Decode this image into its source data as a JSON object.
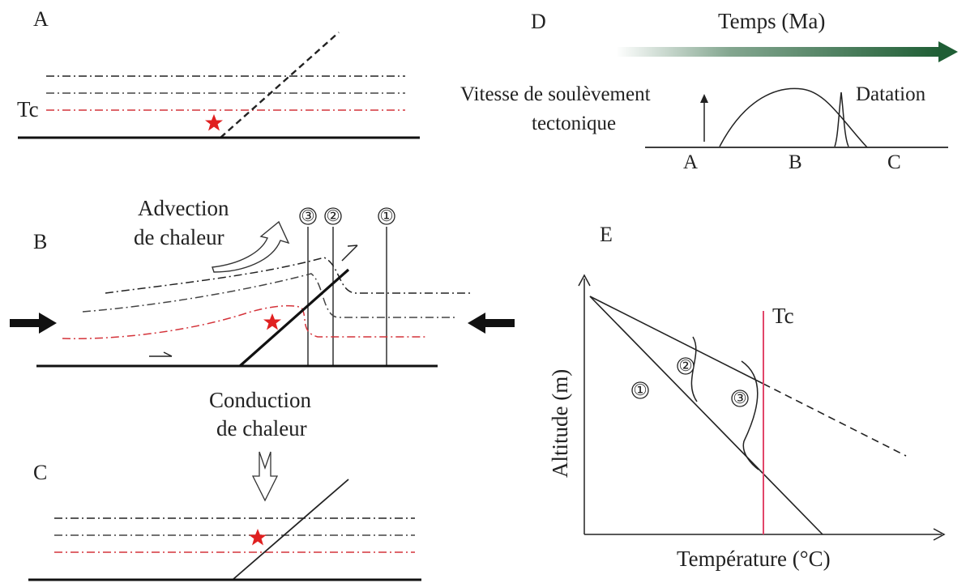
{
  "panels": {
    "A": {
      "letter": "A",
      "tc_label": "Tc"
    },
    "B": {
      "letter": "B",
      "advection_line1": "Advection",
      "advection_line2": "de chaleur",
      "markers": [
        "③",
        "②",
        "①"
      ]
    },
    "C": {
      "letter": "C",
      "conduction_line1": "Conduction",
      "conduction_line2": "de chaleur"
    },
    "D": {
      "letter": "D",
      "time_axis": "Temps (Ma)",
      "ylabel_line1": "Vitesse de soulèvement",
      "ylabel_line2": "tectonique",
      "dating_label": "Datation",
      "phases": [
        "A",
        "B",
        "C"
      ]
    },
    "E": {
      "letter": "E",
      "tc_label": "Tc",
      "ylabel": "Altitude (m)",
      "xlabel": "Température (°C)",
      "markers": [
        "①",
        "②",
        "③"
      ]
    }
  },
  "colors": {
    "line": "#222222",
    "red": "#d4333a",
    "tc_red": "#e2466a",
    "star": "#e02020",
    "arrow_green": "#1f5e35"
  }
}
